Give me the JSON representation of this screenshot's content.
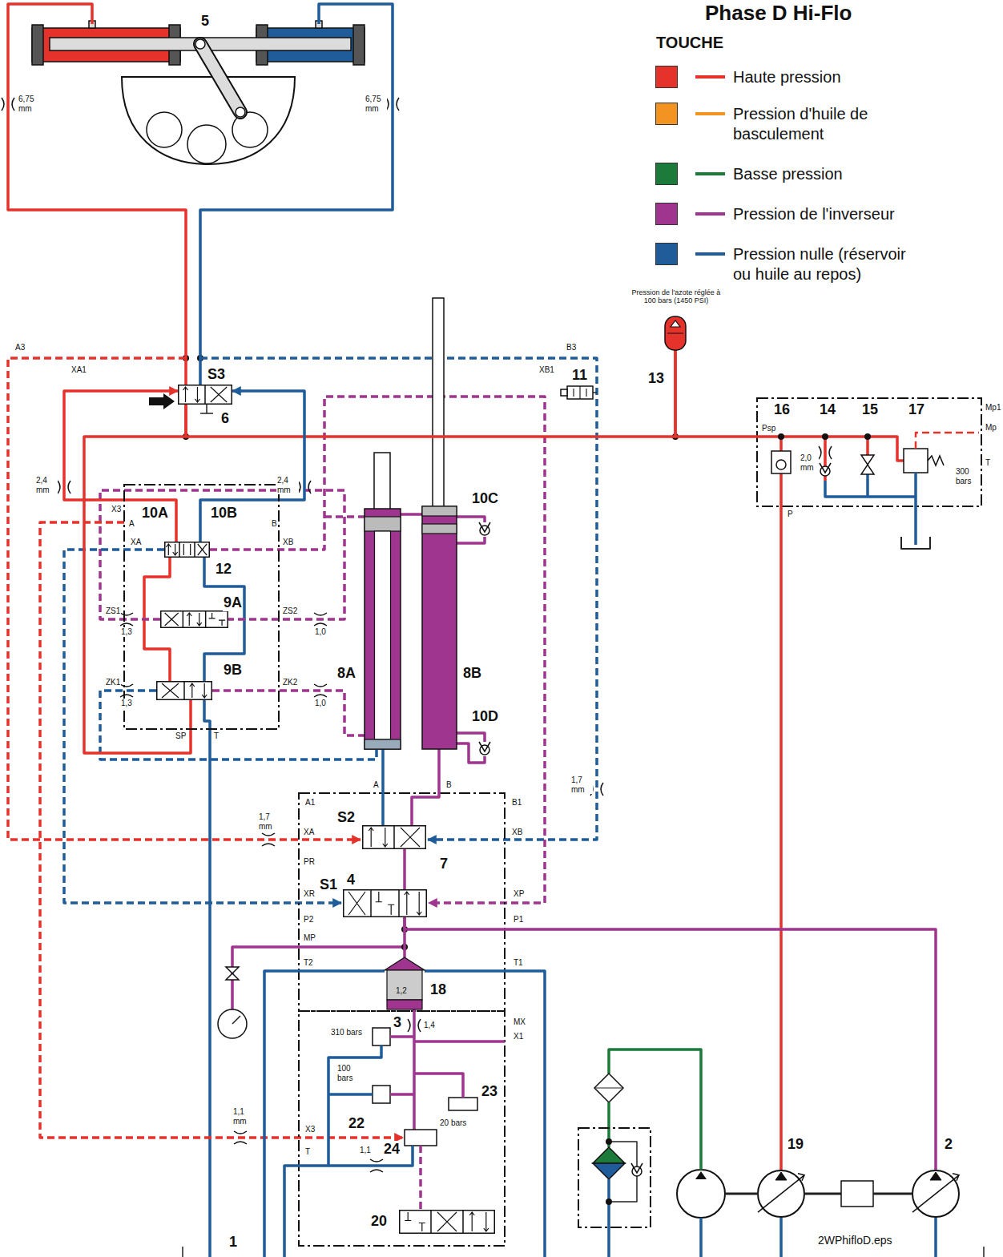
{
  "diagram": {
    "title": "Phase D Hi-Flo",
    "nodes": [
      {
        "text": [
          "5"
        ]
      },
      {
        "text": [
          "S3",
          "6"
        ]
      },
      {
        "text": [
          "Pression de l'azote réglée à 100 bars (1450 PSI)",
          "13"
        ]
      },
      {
        "text": [
          "Psp",
          "16",
          "14",
          "15",
          "17"
        ]
      },
      {
        "text": [
          "X3"
        ]
      },
      {
        "text": [
          "12"
        ],
        "in": 4
      },
      {
        "text": [
          "9A"
        ],
        "in": 4
      },
      {
        "text": [
          "9B"
        ],
        "in": 4
      },
      {
        "text": [
          "8A"
        ]
      },
      {
        "text": [
          "8B"
        ]
      },
      {
        "text": [
          "S2"
        ]
      },
      {
        "text": [
          "S1",
          "4"
        ]
      },
      {
        "text": [
          "1,2",
          "18"
        ]
      },
      {
        "text": [
          "20"
        ]
      },
      {
        "text": [
          "19"
        ]
      },
      {
        "text": [
          "2"
        ]
      }
    ],
    "edges": [
      {
        "from": 0,
        "to": 1,
        "arrow": "none"
      },
      {
        "from": 0,
        "to": 1,
        "arrow": "none"
      },
      {
        "from": 1,
        "to": 2,
        "arrow": "none"
      },
      {
        "from": 2,
        "to": 3,
        "arrow": "none"
      },
      {
        "from": 3,
        "to": 14,
        "arrow": "none"
      },
      {
        "from": 15,
        "to": 11,
        "arrow": "none"
      },
      {
        "from": 10,
        "to": 8,
        "arrow": "none"
      },
      {
        "from": 10,
        "to": 9,
        "arrow": "none"
      },
      {
        "from": 10,
        "to": 11,
        "arrow": "none"
      },
      {
        "from": 11,
        "to": 12,
        "arrow": "none"
      },
      {
        "from": 4,
        "to": 1,
        "arrow": "none"
      },
      {
        "from": 5,
        "to": 1,
        "arrow": "to"
      },
      {
        "from": 5,
        "to": 1,
        "arrow": "to"
      }
    ],
    "labels": [
      "TOUCHE",
      "A3",
      "B3",
      "XA1",
      "XB1",
      "11",
      "6,75 mm",
      "6,75 mm",
      "2,4 mm",
      "2,4 mm",
      "10A",
      "10B",
      "A",
      "B",
      "XA",
      "XB",
      "ZS1",
      "1,3",
      "ZS2",
      "1,0",
      "ZK1",
      "1,3",
      "ZK2",
      "1,0",
      "SP",
      "T",
      "10C",
      "10D",
      "1,7 mm",
      "A",
      "B",
      "A1",
      "B1",
      "1,7 mm",
      "XA",
      "XB",
      "PR",
      "7",
      "XR",
      "XP",
      "P2",
      "P1",
      "MP",
      "T2",
      "T1",
      "MX",
      "X1",
      "310 bars",
      "3",
      "1,4",
      "100 bars",
      "23",
      "22",
      "20 bars",
      "1,1 mm",
      "X3",
      "1,1",
      "24",
      "T",
      "1",
      "2WPhifloD.eps",
      "2,0 mm",
      "300 bars",
      "Mp1",
      "Mp",
      "T",
      "P"
    ],
    "legend": [
      {
        "text": "Haute pression",
        "color": "#e5322b"
      },
      {
        "text": "Pression d'huile de basculement",
        "color": "#f39322"
      },
      {
        "text": "Basse pression",
        "color": "#1c7b3b"
      },
      {
        "text": "Pression de l'inverseur",
        "color": "#a0358f"
      },
      {
        "text": "Pression nulle (réservoir ou huile au repos)",
        "color": "#1f5c99"
      }
    ]
  }
}
